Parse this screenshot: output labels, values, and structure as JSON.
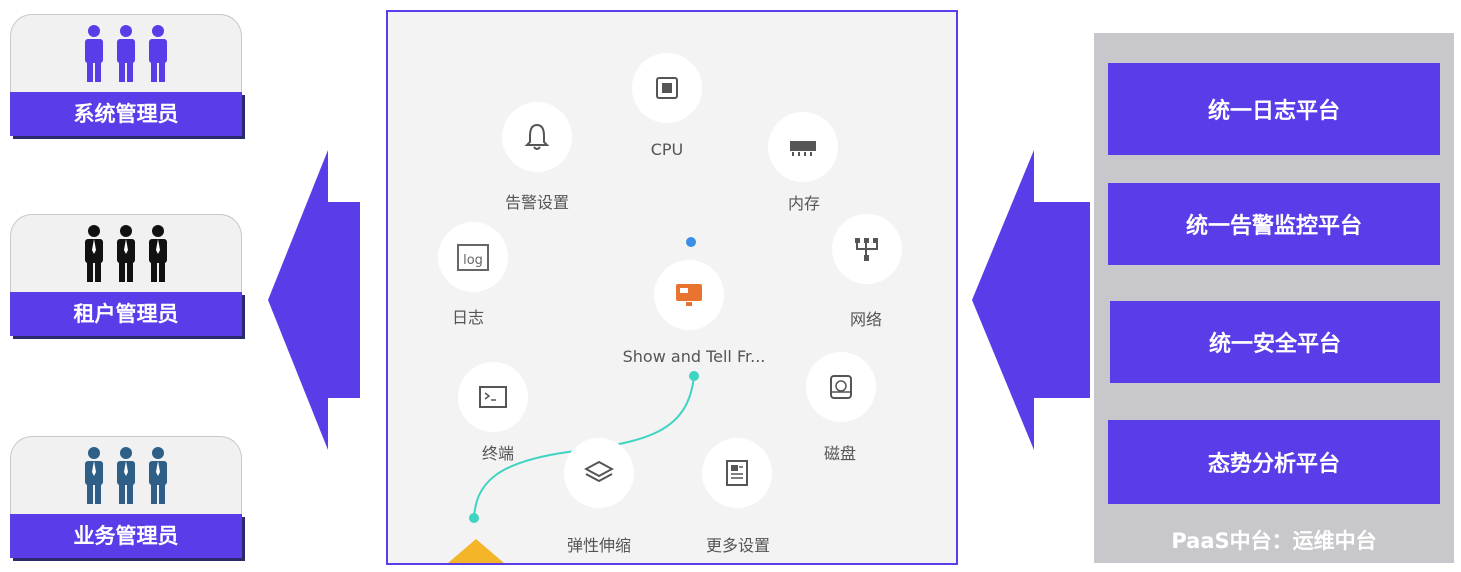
{
  "roles": [
    {
      "label": "系统管理员",
      "people_color": "#5b3ce9"
    },
    {
      "label": "租户管理员",
      "people_color": "#111111"
    },
    {
      "label": "业务管理员",
      "people_color": "#2f5f86"
    }
  ],
  "panel": {
    "nodes": [
      {
        "key": "cpu",
        "label": "CPU",
        "icon": "cpu-chip-icon"
      },
      {
        "key": "alarm",
        "label": "告警设置",
        "icon": "bell-icon"
      },
      {
        "key": "memory",
        "label": "内存",
        "icon": "memory-module-icon"
      },
      {
        "key": "log",
        "label": "日志",
        "icon": "log-icon"
      },
      {
        "key": "network",
        "label": "网络",
        "icon": "network-icon"
      },
      {
        "key": "center",
        "label": "Show and Tell Fr...",
        "icon": "monitor-icon"
      },
      {
        "key": "terminal",
        "label": "终端",
        "icon": "terminal-icon"
      },
      {
        "key": "disk",
        "label": "磁盘",
        "icon": "disk-icon"
      },
      {
        "key": "scale",
        "label": "弹性伸缩",
        "icon": "layers-icon"
      },
      {
        "key": "more",
        "label": "更多设置",
        "icon": "document-list-icon"
      }
    ]
  },
  "platforms": {
    "items": [
      "统一日志平台",
      "统一告警监控平台",
      "统一安全平台",
      "态势分析平台"
    ],
    "footer": "PaaS中台：运维中台"
  },
  "colors": {
    "accent": "#5b3ce9",
    "panel_bg": "#f3f3f3",
    "right_bg": "#c8c8cc",
    "connector": "#3fd3c2",
    "center_icon": "#e8742f"
  }
}
